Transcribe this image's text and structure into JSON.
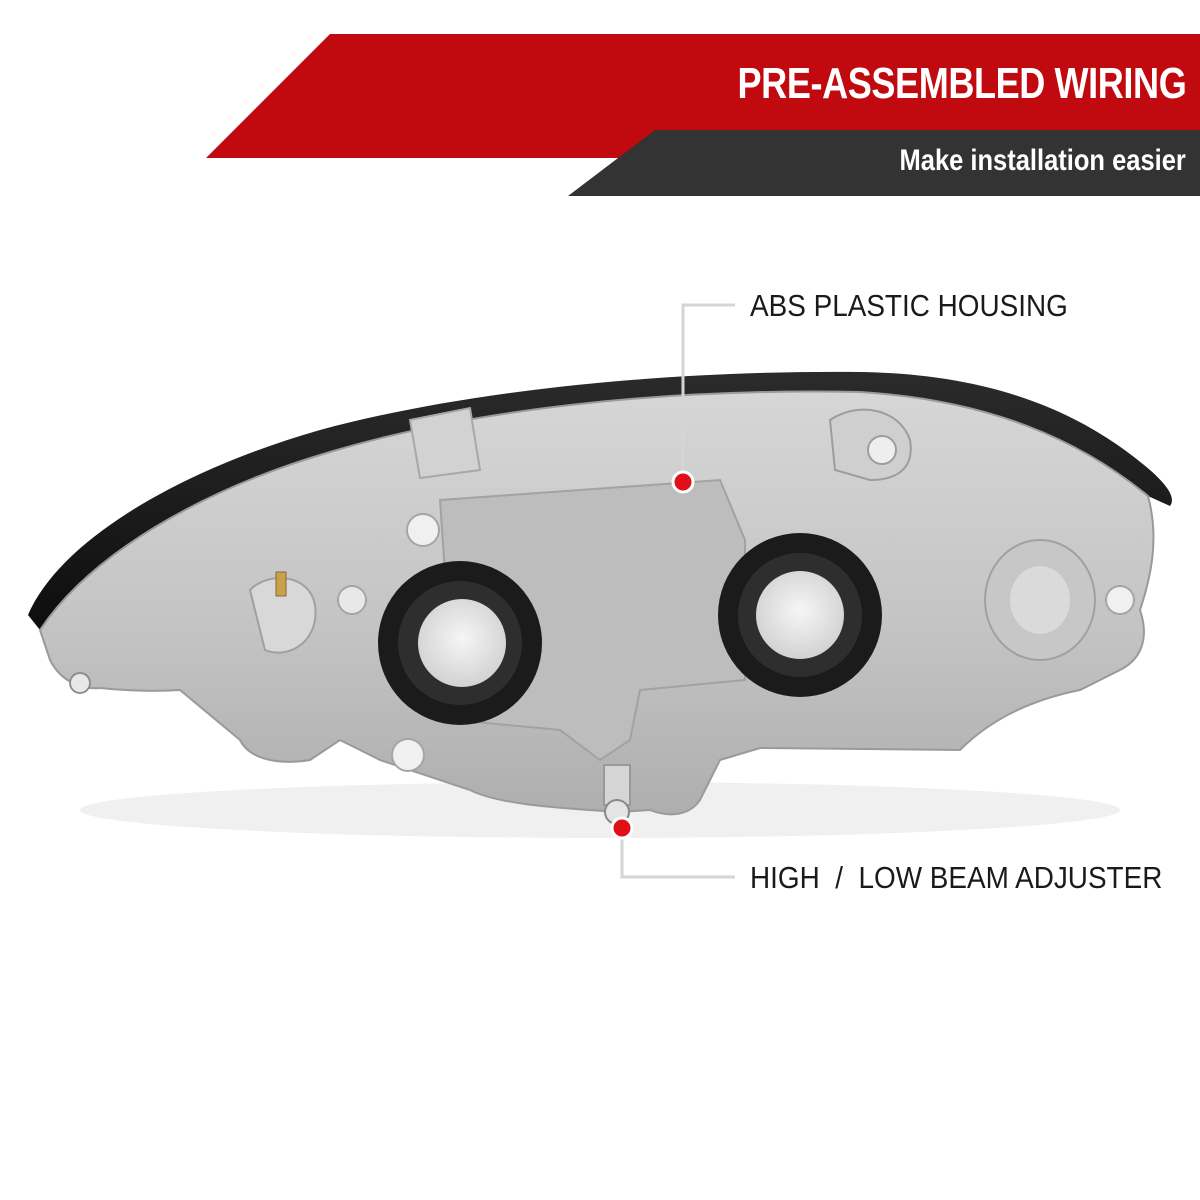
{
  "banner": {
    "title": "PRE-ASSEMBLED WIRING",
    "subtitle": "Make installation easier",
    "title_color": "#c00a10",
    "subtitle_color": "#333333"
  },
  "callouts": [
    {
      "label": "ABS PLASTIC HOUSING"
    },
    {
      "label": "HIGH  /  LOW BEAM ADJUSTER"
    }
  ],
  "colors": {
    "housing": "#c9c9c9",
    "trim": "#1a1a1a",
    "marker": "#e01018",
    "leader": "#d5d5d5"
  }
}
